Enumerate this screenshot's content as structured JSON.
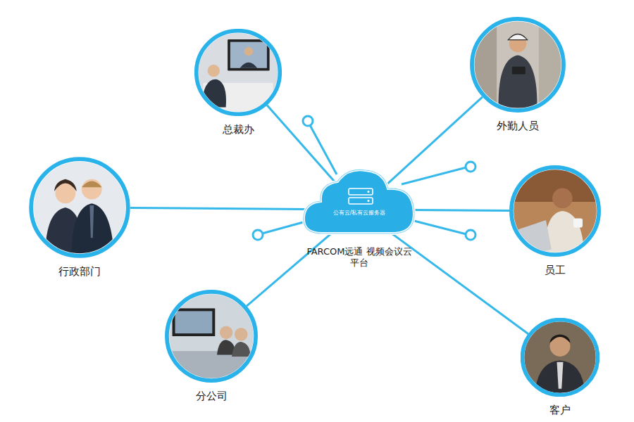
{
  "diagram": {
    "nodes": [
      {
        "text": [
          "总裁办"
        ]
      },
      {
        "text": [
          "外勤人员"
        ]
      },
      {
        "text": [
          "行政部门"
        ]
      },
      {
        "text": [
          "公有云/私有云服务器",
          "FARCOM远通 视频会议云平台"
        ]
      },
      {
        "text": [
          "员工"
        ]
      },
      {
        "text": [
          "分公司"
        ]
      },
      {
        "text": [
          "客户"
        ]
      }
    ],
    "edges": [
      {
        "from": 3,
        "to": 0,
        "arrow": "none"
      },
      {
        "from": 3,
        "to": 1,
        "arrow": "none"
      },
      {
        "from": 3,
        "to": 2,
        "arrow": "none"
      },
      {
        "from": 3,
        "to": 4,
        "arrow": "none"
      },
      {
        "from": 3,
        "to": 5,
        "arrow": "none"
      },
      {
        "from": 3,
        "to": 6,
        "arrow": "none"
      }
    ]
  }
}
